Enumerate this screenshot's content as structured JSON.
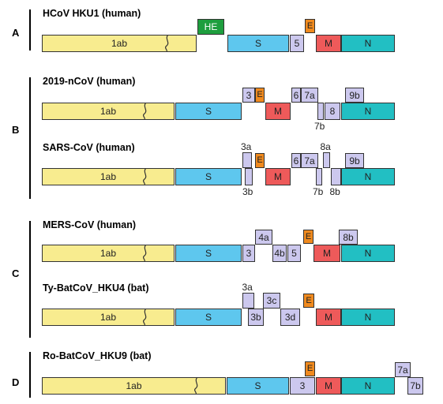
{
  "colors": {
    "orf1ab": "#f8ec8f",
    "HE": "#1e9e3e",
    "S": "#5ec7ee",
    "E": "#f08a1e",
    "M": "#ee5a5a",
    "N": "#22bfc3",
    "accessory": "#ccc8ee"
  },
  "sections": [
    {
      "letter": "A",
      "genomes": [
        {
          "title": "HCoV HKU1 (human)",
          "genes": [
            {
              "label": "1ab",
              "kind": "orf1ab"
            },
            {
              "label": "HE",
              "kind": "HE"
            },
            {
              "label": "S",
              "kind": "S"
            },
            {
              "label": "5",
              "kind": "accessory"
            },
            {
              "label": "E",
              "kind": "E"
            },
            {
              "label": "M",
              "kind": "M"
            },
            {
              "label": "N",
              "kind": "N"
            }
          ]
        }
      ]
    },
    {
      "letter": "B",
      "genomes": [
        {
          "title": "2019-nCoV (human)",
          "genes": [
            {
              "label": "1ab",
              "kind": "orf1ab"
            },
            {
              "label": "S",
              "kind": "S"
            },
            {
              "label": "3",
              "kind": "accessory"
            },
            {
              "label": "E",
              "kind": "E"
            },
            {
              "label": "M",
              "kind": "M"
            },
            {
              "label": "6",
              "kind": "accessory"
            },
            {
              "label": "7a",
              "kind": "accessory"
            },
            {
              "label": "7b",
              "kind": "accessory"
            },
            {
              "label": "8",
              "kind": "accessory"
            },
            {
              "label": "9b",
              "kind": "accessory"
            },
            {
              "label": "N",
              "kind": "N"
            }
          ]
        },
        {
          "title": "SARS-CoV (human)",
          "genes": [
            {
              "label": "1ab",
              "kind": "orf1ab"
            },
            {
              "label": "S",
              "kind": "S"
            },
            {
              "label": "3a",
              "kind": "accessory"
            },
            {
              "label": "3b",
              "kind": "accessory"
            },
            {
              "label": "E",
              "kind": "E"
            },
            {
              "label": "M",
              "kind": "M"
            },
            {
              "label": "6",
              "kind": "accessory"
            },
            {
              "label": "7a",
              "kind": "accessory"
            },
            {
              "label": "7b",
              "kind": "accessory"
            },
            {
              "label": "8a",
              "kind": "accessory"
            },
            {
              "label": "8b",
              "kind": "accessory"
            },
            {
              "label": "9b",
              "kind": "accessory"
            },
            {
              "label": "N",
              "kind": "N"
            }
          ]
        }
      ]
    },
    {
      "letter": "C",
      "genomes": [
        {
          "title": "MERS-CoV (human)",
          "genes": [
            {
              "label": "1ab",
              "kind": "orf1ab"
            },
            {
              "label": "S",
              "kind": "S"
            },
            {
              "label": "3",
              "kind": "accessory"
            },
            {
              "label": "4a",
              "kind": "accessory"
            },
            {
              "label": "4b",
              "kind": "accessory"
            },
            {
              "label": "5",
              "kind": "accessory"
            },
            {
              "label": "E",
              "kind": "E"
            },
            {
              "label": "M",
              "kind": "M"
            },
            {
              "label": "8b",
              "kind": "accessory"
            },
            {
              "label": "N",
              "kind": "N"
            }
          ]
        },
        {
          "title": "Ty-BatCoV_HKU4 (bat)",
          "genes": [
            {
              "label": "1ab",
              "kind": "orf1ab"
            },
            {
              "label": "S",
              "kind": "S"
            },
            {
              "label": "3a",
              "kind": "accessory"
            },
            {
              "label": "3b",
              "kind": "accessory"
            },
            {
              "label": "3c",
              "kind": "accessory"
            },
            {
              "label": "3d",
              "kind": "accessory"
            },
            {
              "label": "E",
              "kind": "E"
            },
            {
              "label": "M",
              "kind": "M"
            },
            {
              "label": "N",
              "kind": "N"
            }
          ]
        }
      ]
    },
    {
      "letter": "D",
      "genomes": [
        {
          "title": "Ro-BatCoV_HKU9 (bat)",
          "genes": [
            {
              "label": "1ab",
              "kind": "orf1ab"
            },
            {
              "label": "S",
              "kind": "S"
            },
            {
              "label": "3",
              "kind": "accessory"
            },
            {
              "label": "E",
              "kind": "E"
            },
            {
              "label": "M",
              "kind": "M"
            },
            {
              "label": "N",
              "kind": "N"
            },
            {
              "label": "7a",
              "kind": "accessory"
            },
            {
              "label": "7b",
              "kind": "accessory"
            }
          ]
        }
      ]
    }
  ]
}
